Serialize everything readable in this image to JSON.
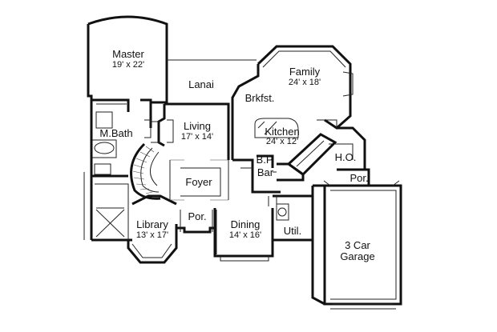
{
  "rooms": {
    "master": {
      "name": "Master",
      "dims": "19' x 22'"
    },
    "lanai": {
      "name": "Lanai"
    },
    "family": {
      "name": "Family",
      "dims": "24' x 18'"
    },
    "brkfst": {
      "name": "Brkfst."
    },
    "mbath": {
      "name": "M.Bath"
    },
    "living": {
      "name": "Living",
      "dims": "17' x 14'"
    },
    "kitchen": {
      "name": "Kitchen",
      "dims": "24' x 12'"
    },
    "bp": {
      "name": "B.P."
    },
    "bar": {
      "name": "Bar"
    },
    "ho": {
      "name": "H.O."
    },
    "por_right": {
      "name": "Por."
    },
    "foyer": {
      "name": "Foyer"
    },
    "library": {
      "name": "Library",
      "dims": "13' x 17'"
    },
    "por_left": {
      "name": "Por."
    },
    "dining": {
      "name": "Dining",
      "dims": "14' x 16'"
    },
    "util": {
      "name": "Util."
    },
    "garage": {
      "name": "3 Car",
      "dims": "Garage"
    }
  },
  "colors": {
    "line": "#111111",
    "background": "#ffffff"
  }
}
